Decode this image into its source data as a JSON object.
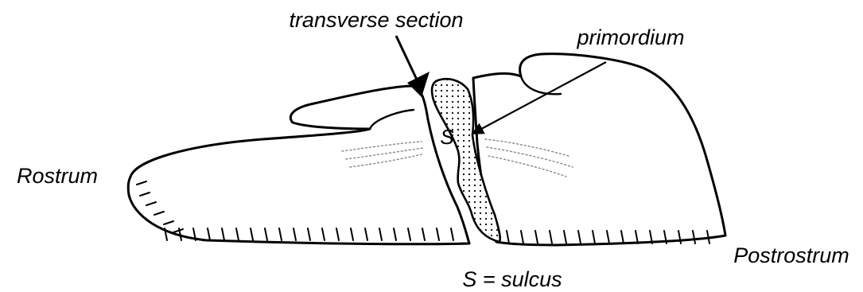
{
  "labels": {
    "transverse_section": "transverse section",
    "primordium": "primordium",
    "rostrum": "Rostrum",
    "postrostrum": "Postrostrum",
    "sulcus_marker": "S",
    "legend": "S = sulcus"
  },
  "colors": {
    "ink": "#000000",
    "background": "#ffffff"
  }
}
